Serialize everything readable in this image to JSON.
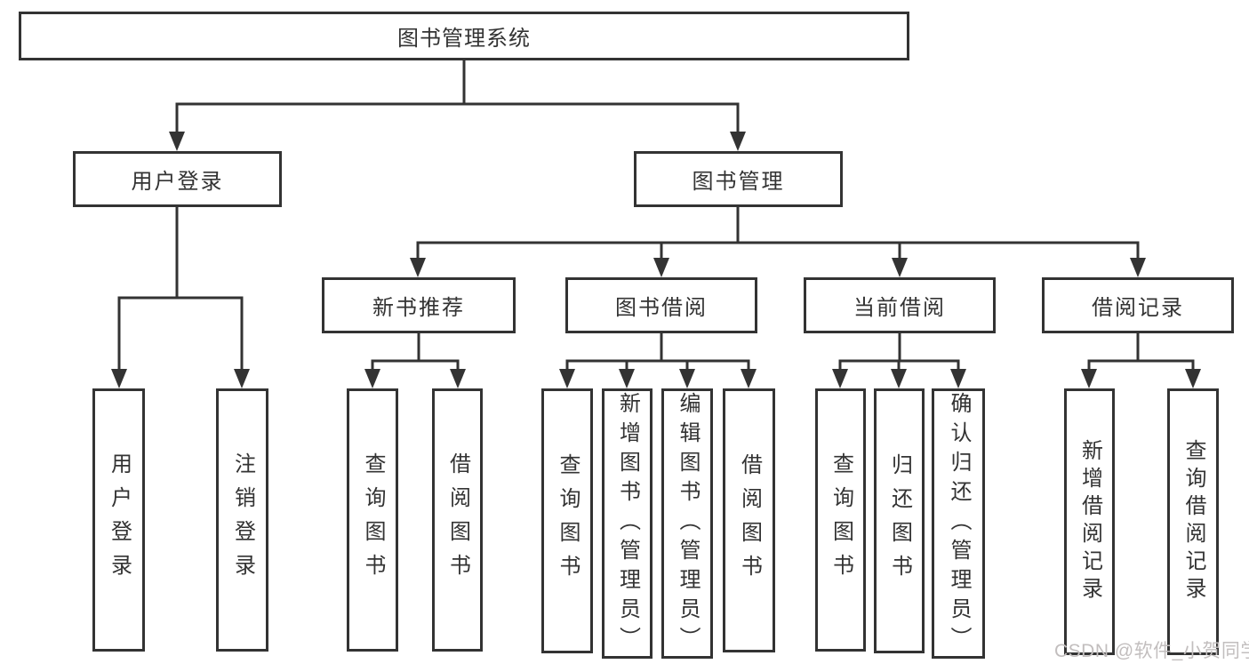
{
  "root": {
    "label": "图书管理系统"
  },
  "branches": [
    {
      "label": "用户登录",
      "children": [
        {
          "label": "用户登录"
        },
        {
          "label": "注销登录"
        }
      ]
    },
    {
      "label": "图书管理",
      "children": [
        {
          "label": "新书推荐",
          "children": [
            {
              "label": "查询图书"
            },
            {
              "label": "借阅图书"
            }
          ]
        },
        {
          "label": "图书借阅",
          "children": [
            {
              "label": "查询图书"
            },
            {
              "label": "新增图书（管理员）"
            },
            {
              "label": "编辑图书（管理员）"
            },
            {
              "label": "借阅图书"
            }
          ]
        },
        {
          "label": "当前借阅",
          "children": [
            {
              "label": "查询图书"
            },
            {
              "label": "归还图书"
            },
            {
              "label": "确认归还（管理员）"
            }
          ]
        },
        {
          "label": "借阅记录",
          "children": [
            {
              "label": "新增借阅记录"
            },
            {
              "label": "查询借阅记录"
            }
          ]
        }
      ]
    }
  ],
  "watermark": {
    "text": "CSDN @软件_小贺同学",
    "color": "#c2bebe"
  },
  "colors": {
    "line": "#333333",
    "text": "#333333",
    "background": "#ffffff"
  }
}
